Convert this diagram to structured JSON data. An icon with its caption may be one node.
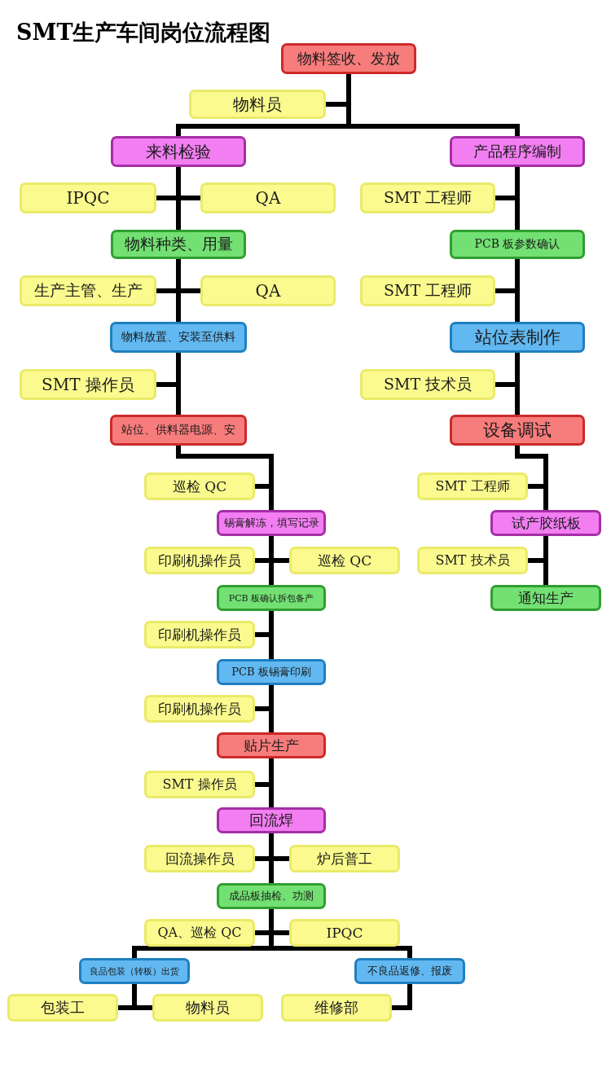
{
  "diagram": {
    "title": "SMT生产车间岗位流程图",
    "nodes": [
      {
        "text": [
          "物料签收、发放"
        ]
      },
      {
        "text": [
          "物料员"
        ]
      },
      {
        "text": [
          "来料检验"
        ]
      },
      {
        "text": [
          "产品程序编制"
        ]
      },
      {
        "text": [
          "IPQC"
        ]
      },
      {
        "text": [
          "QA"
        ]
      },
      {
        "text": [
          "物料种类、用量"
        ]
      },
      {
        "text": [
          "SMT 工程师"
        ]
      },
      {
        "text": [
          "PCB 板参数确认"
        ]
      },
      {
        "text": [
          "生产主管、生产"
        ]
      },
      {
        "text": [
          "QA"
        ]
      },
      {
        "text": [
          "SMT 工程师"
        ]
      },
      {
        "text": [
          "物料放置、安装至供料"
        ]
      },
      {
        "text": [
          "站位表制作"
        ]
      },
      {
        "text": [
          "SMT 操作员"
        ]
      },
      {
        "text": [
          "SMT 技术员"
        ]
      },
      {
        "text": [
          "站位、供料器电源、安"
        ]
      },
      {
        "text": [
          "设备调试"
        ]
      },
      {
        "text": [
          "巡检 QC"
        ]
      },
      {
        "text": [
          "SMT 工程师"
        ]
      },
      {
        "text": [
          "锡膏解冻，填写记录"
        ]
      },
      {
        "text": [
          "试产胶纸板"
        ]
      },
      {
        "text": [
          "印刷机操作员"
        ]
      },
      {
        "text": [
          "巡检 QC"
        ]
      },
      {
        "text": [
          "SMT 技术员"
        ]
      },
      {
        "text": [
          "通知生产"
        ]
      },
      {
        "text": [
          "PCB 板确认拆包备产"
        ]
      },
      {
        "text": [
          "印刷机操作员"
        ]
      },
      {
        "text": [
          "PCB 板锡膏印刷"
        ]
      },
      {
        "text": [
          "印刷机操作员"
        ]
      },
      {
        "text": [
          "贴片生产"
        ]
      },
      {
        "text": [
          "SMT 操作员"
        ]
      },
      {
        "text": [
          "回流焊"
        ]
      },
      {
        "text": [
          "回流操作员"
        ]
      },
      {
        "text": [
          "炉后普工"
        ]
      },
      {
        "text": [
          "成品板抽检、功测"
        ]
      },
      {
        "text": [
          "QA、巡检 QC"
        ]
      },
      {
        "text": [
          "IPQC"
        ]
      },
      {
        "text": [
          "良品包装（转板）出货"
        ]
      },
      {
        "text": [
          "不良品返修、报废"
        ]
      },
      {
        "text": [
          "包装工"
        ]
      },
      {
        "text": [
          "物料员"
        ]
      },
      {
        "text": [
          "维修部"
        ]
      }
    ],
    "edges": [
      {
        "from": 0,
        "to": 2,
        "arrow": "none"
      },
      {
        "from": 0,
        "to": 3,
        "arrow": "none"
      },
      {
        "from": 1,
        "to": 0,
        "arrow": "none"
      },
      {
        "from": 2,
        "to": 6,
        "arrow": "none"
      },
      {
        "from": 4,
        "to": 2,
        "arrow": "none"
      },
      {
        "from": 5,
        "to": 2,
        "arrow": "none"
      },
      {
        "from": 3,
        "to": 8,
        "arrow": "none"
      },
      {
        "from": 7,
        "to": 3,
        "arrow": "none"
      },
      {
        "from": 6,
        "to": 12,
        "arrow": "none"
      },
      {
        "from": 9,
        "to": 6,
        "arrow": "none"
      },
      {
        "from": 10,
        "to": 6,
        "arrow": "none"
      },
      {
        "from": 8,
        "to": 13,
        "arrow": "none"
      },
      {
        "from": 11,
        "to": 8,
        "arrow": "none"
      },
      {
        "from": 12,
        "to": 16,
        "arrow": "none"
      },
      {
        "from": 14,
        "to": 12,
        "arrow": "none"
      },
      {
        "from": 13,
        "to": 17,
        "arrow": "none"
      },
      {
        "from": 15,
        "to": 13,
        "arrow": "none"
      },
      {
        "from": 16,
        "to": 20,
        "arrow": "none"
      },
      {
        "from": 18,
        "to": 16,
        "arrow": "none"
      },
      {
        "from": 17,
        "to": 21,
        "arrow": "none"
      },
      {
        "from": 19,
        "to": 17,
        "arrow": "none"
      },
      {
        "from": 20,
        "to": 26,
        "arrow": "none"
      },
      {
        "from": 22,
        "to": 20,
        "arrow": "none"
      },
      {
        "from": 23,
        "to": 20,
        "arrow": "none"
      },
      {
        "from": 21,
        "to": 25,
        "arrow": "none"
      },
      {
        "from": 24,
        "to": 21,
        "arrow": "none"
      },
      {
        "from": 26,
        "to": 28,
        "arrow": "none"
      },
      {
        "from": 27,
        "to": 26,
        "arrow": "none"
      },
      {
        "from": 28,
        "to": 30,
        "arrow": "none"
      },
      {
        "from": 29,
        "to": 28,
        "arrow": "none"
      },
      {
        "from": 30,
        "to": 32,
        "arrow": "none"
      },
      {
        "from": 31,
        "to": 30,
        "arrow": "none"
      },
      {
        "from": 32,
        "to": 35,
        "arrow": "none"
      },
      {
        "from": 33,
        "to": 32,
        "arrow": "none"
      },
      {
        "from": 34,
        "to": 32,
        "arrow": "none"
      },
      {
        "from": 35,
        "to": 38,
        "arrow": "none"
      },
      {
        "from": 35,
        "to": 39,
        "arrow": "none"
      },
      {
        "from": 36,
        "to": 35,
        "arrow": "none"
      },
      {
        "from": 37,
        "to": 35,
        "arrow": "none"
      },
      {
        "from": 38,
        "to": 40,
        "arrow": "none"
      },
      {
        "from": 38,
        "to": 41,
        "arrow": "none"
      },
      {
        "from": 39,
        "to": 42,
        "arrow": "none"
      }
    ]
  }
}
